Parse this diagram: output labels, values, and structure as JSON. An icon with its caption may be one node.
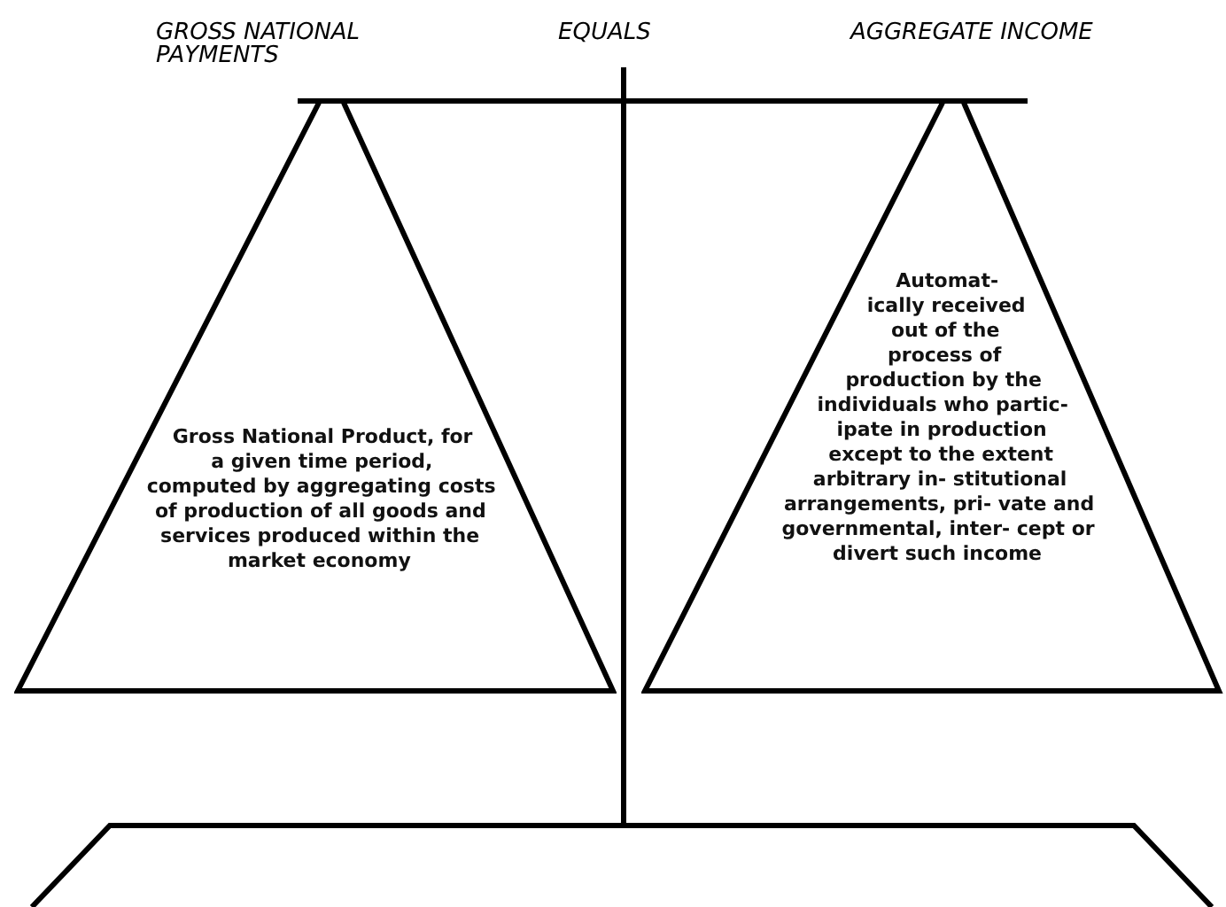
{
  "diagram": {
    "nodes": [
      {
        "text": [
          "Gross National Product, for a given time period, computed by aggregating costs of production of all goods and services produced within the market economy"
        ]
      },
      {
        "text": [
          "Automat- ically received out of the process of production by the individuals who partic- ipate in production except to the extent arbitrary in- stitutional arrangements, pri- vate and governmental, inter- cept or divert such income"
        ]
      }
    ],
    "edges": [],
    "labels": [
      "GROSS NATIONAL PAYMENTS",
      "EQUALS",
      "AGGREGATE INCOME"
    ]
  }
}
